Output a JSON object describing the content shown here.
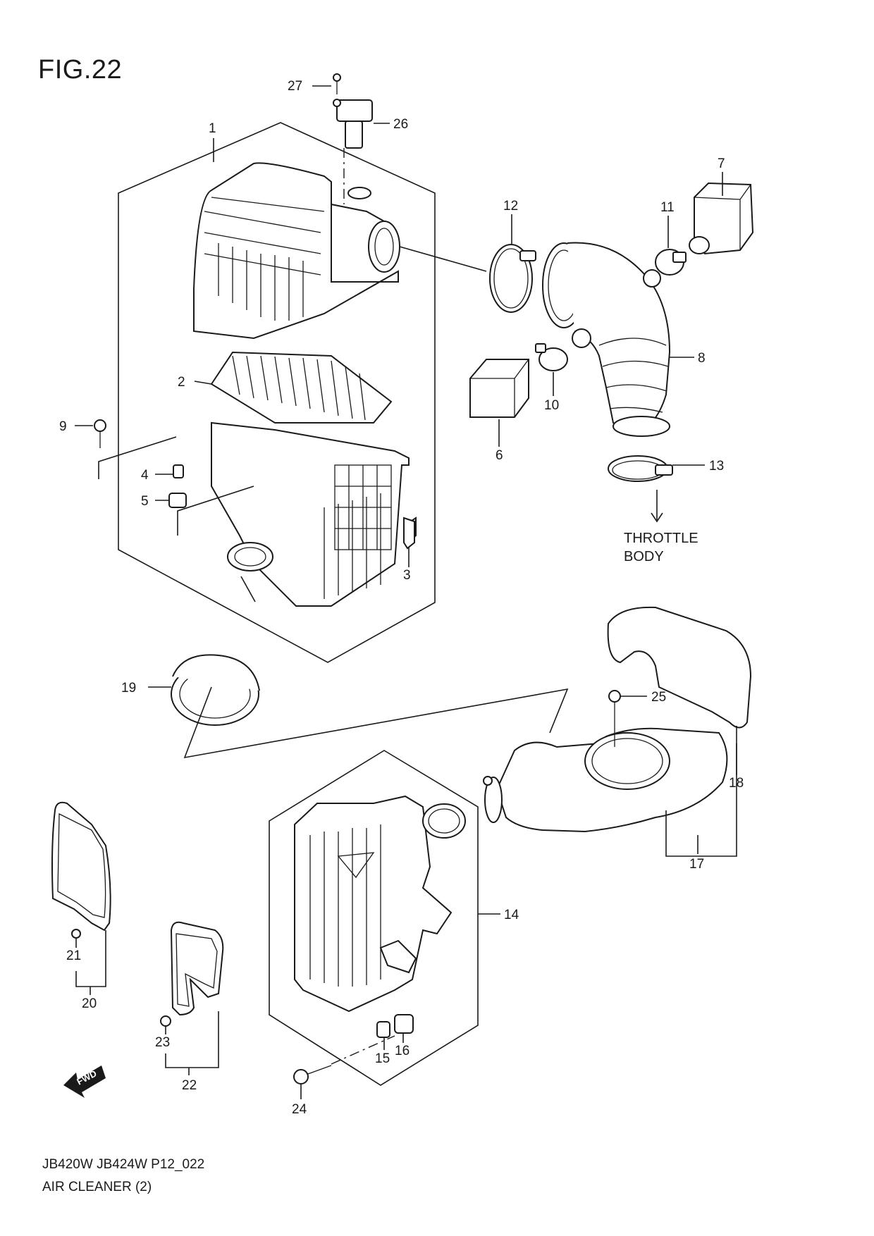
{
  "figure": {
    "title": "FIG.22",
    "model_code": "JB420W JB424W P12_022",
    "caption": "AIR CLEANER (2)"
  },
  "callouts": {
    "c1": "1",
    "c2": "2",
    "c3": "3",
    "c4": "4",
    "c5": "5",
    "c6": "6",
    "c7": "7",
    "c8": "8",
    "c9": "9",
    "c10": "10",
    "c11": "11",
    "c12": "12",
    "c13": "13",
    "c14": "14",
    "c15": "15",
    "c16": "16",
    "c17": "17",
    "c18": "18",
    "c19": "19",
    "c20": "20",
    "c21": "21",
    "c22": "22",
    "c23": "23",
    "c24": "24",
    "c25": "25",
    "c26": "26",
    "c27": "27"
  },
  "annotations": {
    "throttle_line1": "THROTTLE",
    "throttle_line2": "BODY",
    "fwd": "FWD"
  },
  "colors": {
    "line": "#1a1a1a",
    "background": "#ffffff"
  },
  "icons": {
    "direction": "fwd-arrow-icon"
  }
}
